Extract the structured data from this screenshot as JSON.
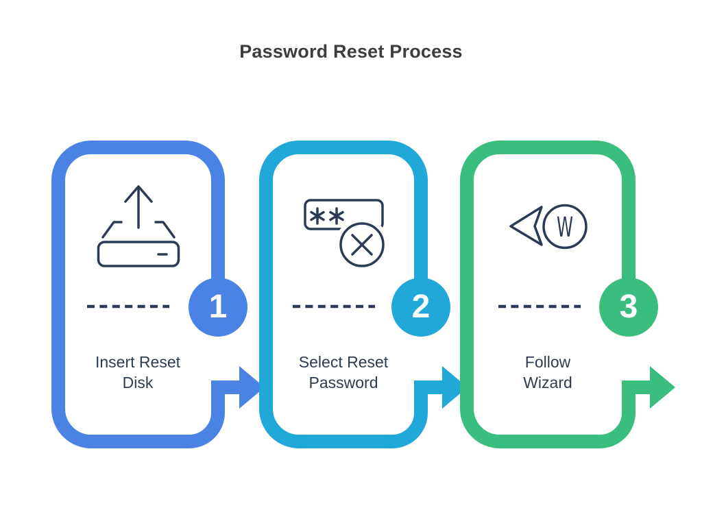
{
  "title": "Password Reset Process",
  "theme": {
    "background": "#ffffff",
    "title_color": "#3d3d3d",
    "label_color": "#2e3b4f",
    "icon_color": "#2b3a55",
    "step1_color": "#4a83e3",
    "step2_color": "#20a8d9",
    "step3_color": "#3abe7e"
  },
  "steps": [
    {
      "number": "1",
      "label_line1": "Insert Reset",
      "label_line2": "Disk",
      "icon": "eject-disk-icon",
      "connector_icon": "arrow-right-icon",
      "color": "#4a83e3"
    },
    {
      "number": "2",
      "label_line1": "Select Reset",
      "label_line2": "Password",
      "icon": "password-rejected-icon",
      "connector_icon": "arrow-right-icon",
      "color": "#20a8d9"
    },
    {
      "number": "3",
      "label_line1": "Follow",
      "label_line2": "Wizard",
      "icon": "wizard-cursor-icon",
      "icon_letter": "W",
      "connector_icon": "arrow-right-icon",
      "color": "#3abe7e"
    }
  ]
}
